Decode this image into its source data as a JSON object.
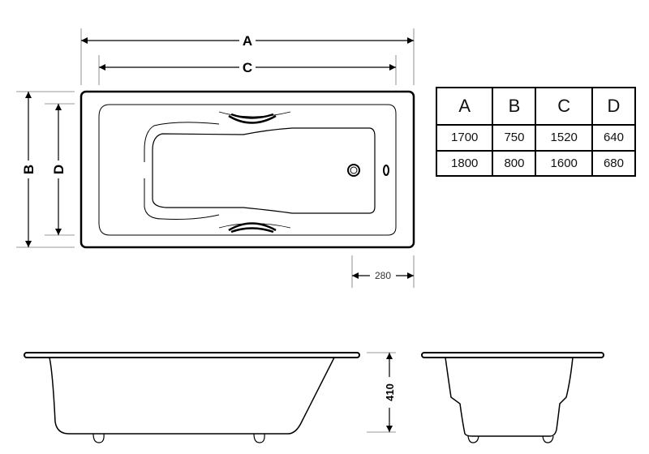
{
  "top_view": {
    "labels": {
      "A": "A",
      "B": "B",
      "C": "C",
      "D": "D"
    },
    "offset_dimension": "280"
  },
  "side_view": {
    "height_dimension": "410"
  },
  "dimensions_table": {
    "headers": [
      "A",
      "B",
      "C",
      "D"
    ],
    "rows": [
      [
        "1700",
        "750",
        "1520",
        "640"
      ],
      [
        "1800",
        "800",
        "1600",
        "680"
      ]
    ]
  }
}
